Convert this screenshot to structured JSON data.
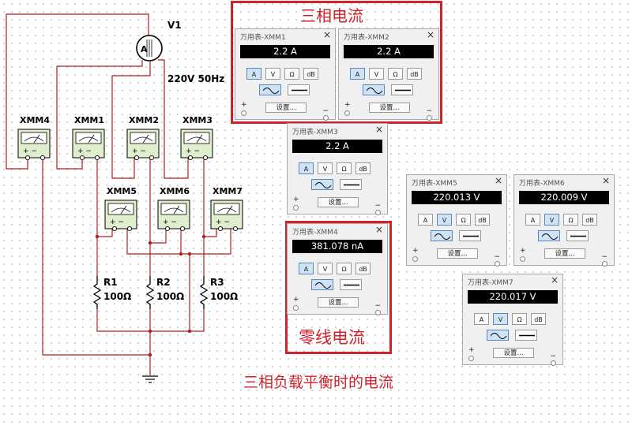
{
  "source": {
    "name": "V1",
    "symbol": "A",
    "rating": "220V 50Hz"
  },
  "multimeter_labels": [
    "XMM4",
    "XMM1",
    "XMM2",
    "XMM3",
    "XMM5",
    "XMM6",
    "XMM7"
  ],
  "resistors": [
    {
      "name": "R1",
      "value": "100Ω"
    },
    {
      "name": "R2",
      "value": "100Ω"
    },
    {
      "name": "R3",
      "value": "100Ω"
    }
  ],
  "panel_common": {
    "close_glyph": "×",
    "buttons": [
      "A",
      "V",
      "Ω",
      "dB"
    ],
    "settings_label": "设置...",
    "plus_terminal": "+",
    "minus_terminal": "−"
  },
  "panels": [
    {
      "id": "xmm1",
      "title": "万用表-XMM1",
      "reading": "2.2 A",
      "mode": "A"
    },
    {
      "id": "xmm2",
      "title": "万用表-XMM2",
      "reading": "2.2 A",
      "mode": "A"
    },
    {
      "id": "xmm3",
      "title": "万用表-XMM3",
      "reading": "2.2 A",
      "mode": "A"
    },
    {
      "id": "xmm4",
      "title": "万用表-XMM4",
      "reading": "381.078 nA",
      "mode": "A"
    },
    {
      "id": "xmm5",
      "title": "万用表-XMM5",
      "reading": "220.013 V",
      "mode": "V"
    },
    {
      "id": "xmm6",
      "title": "万用表-XMM6",
      "reading": "220.009 V",
      "mode": "V"
    },
    {
      "id": "xmm7",
      "title": "万用表-XMM7",
      "reading": "220.017 V",
      "mode": "V"
    }
  ],
  "annotations": {
    "three_phase_current": "三相电流",
    "neutral_current": "零线电流",
    "caption": "三相负载平衡时的电流"
  },
  "colors": {
    "annotation_red": "#d0222b",
    "meter_green": "#dfeecd",
    "wire": "#b01e1e",
    "active_button": "#cfe3f7"
  }
}
